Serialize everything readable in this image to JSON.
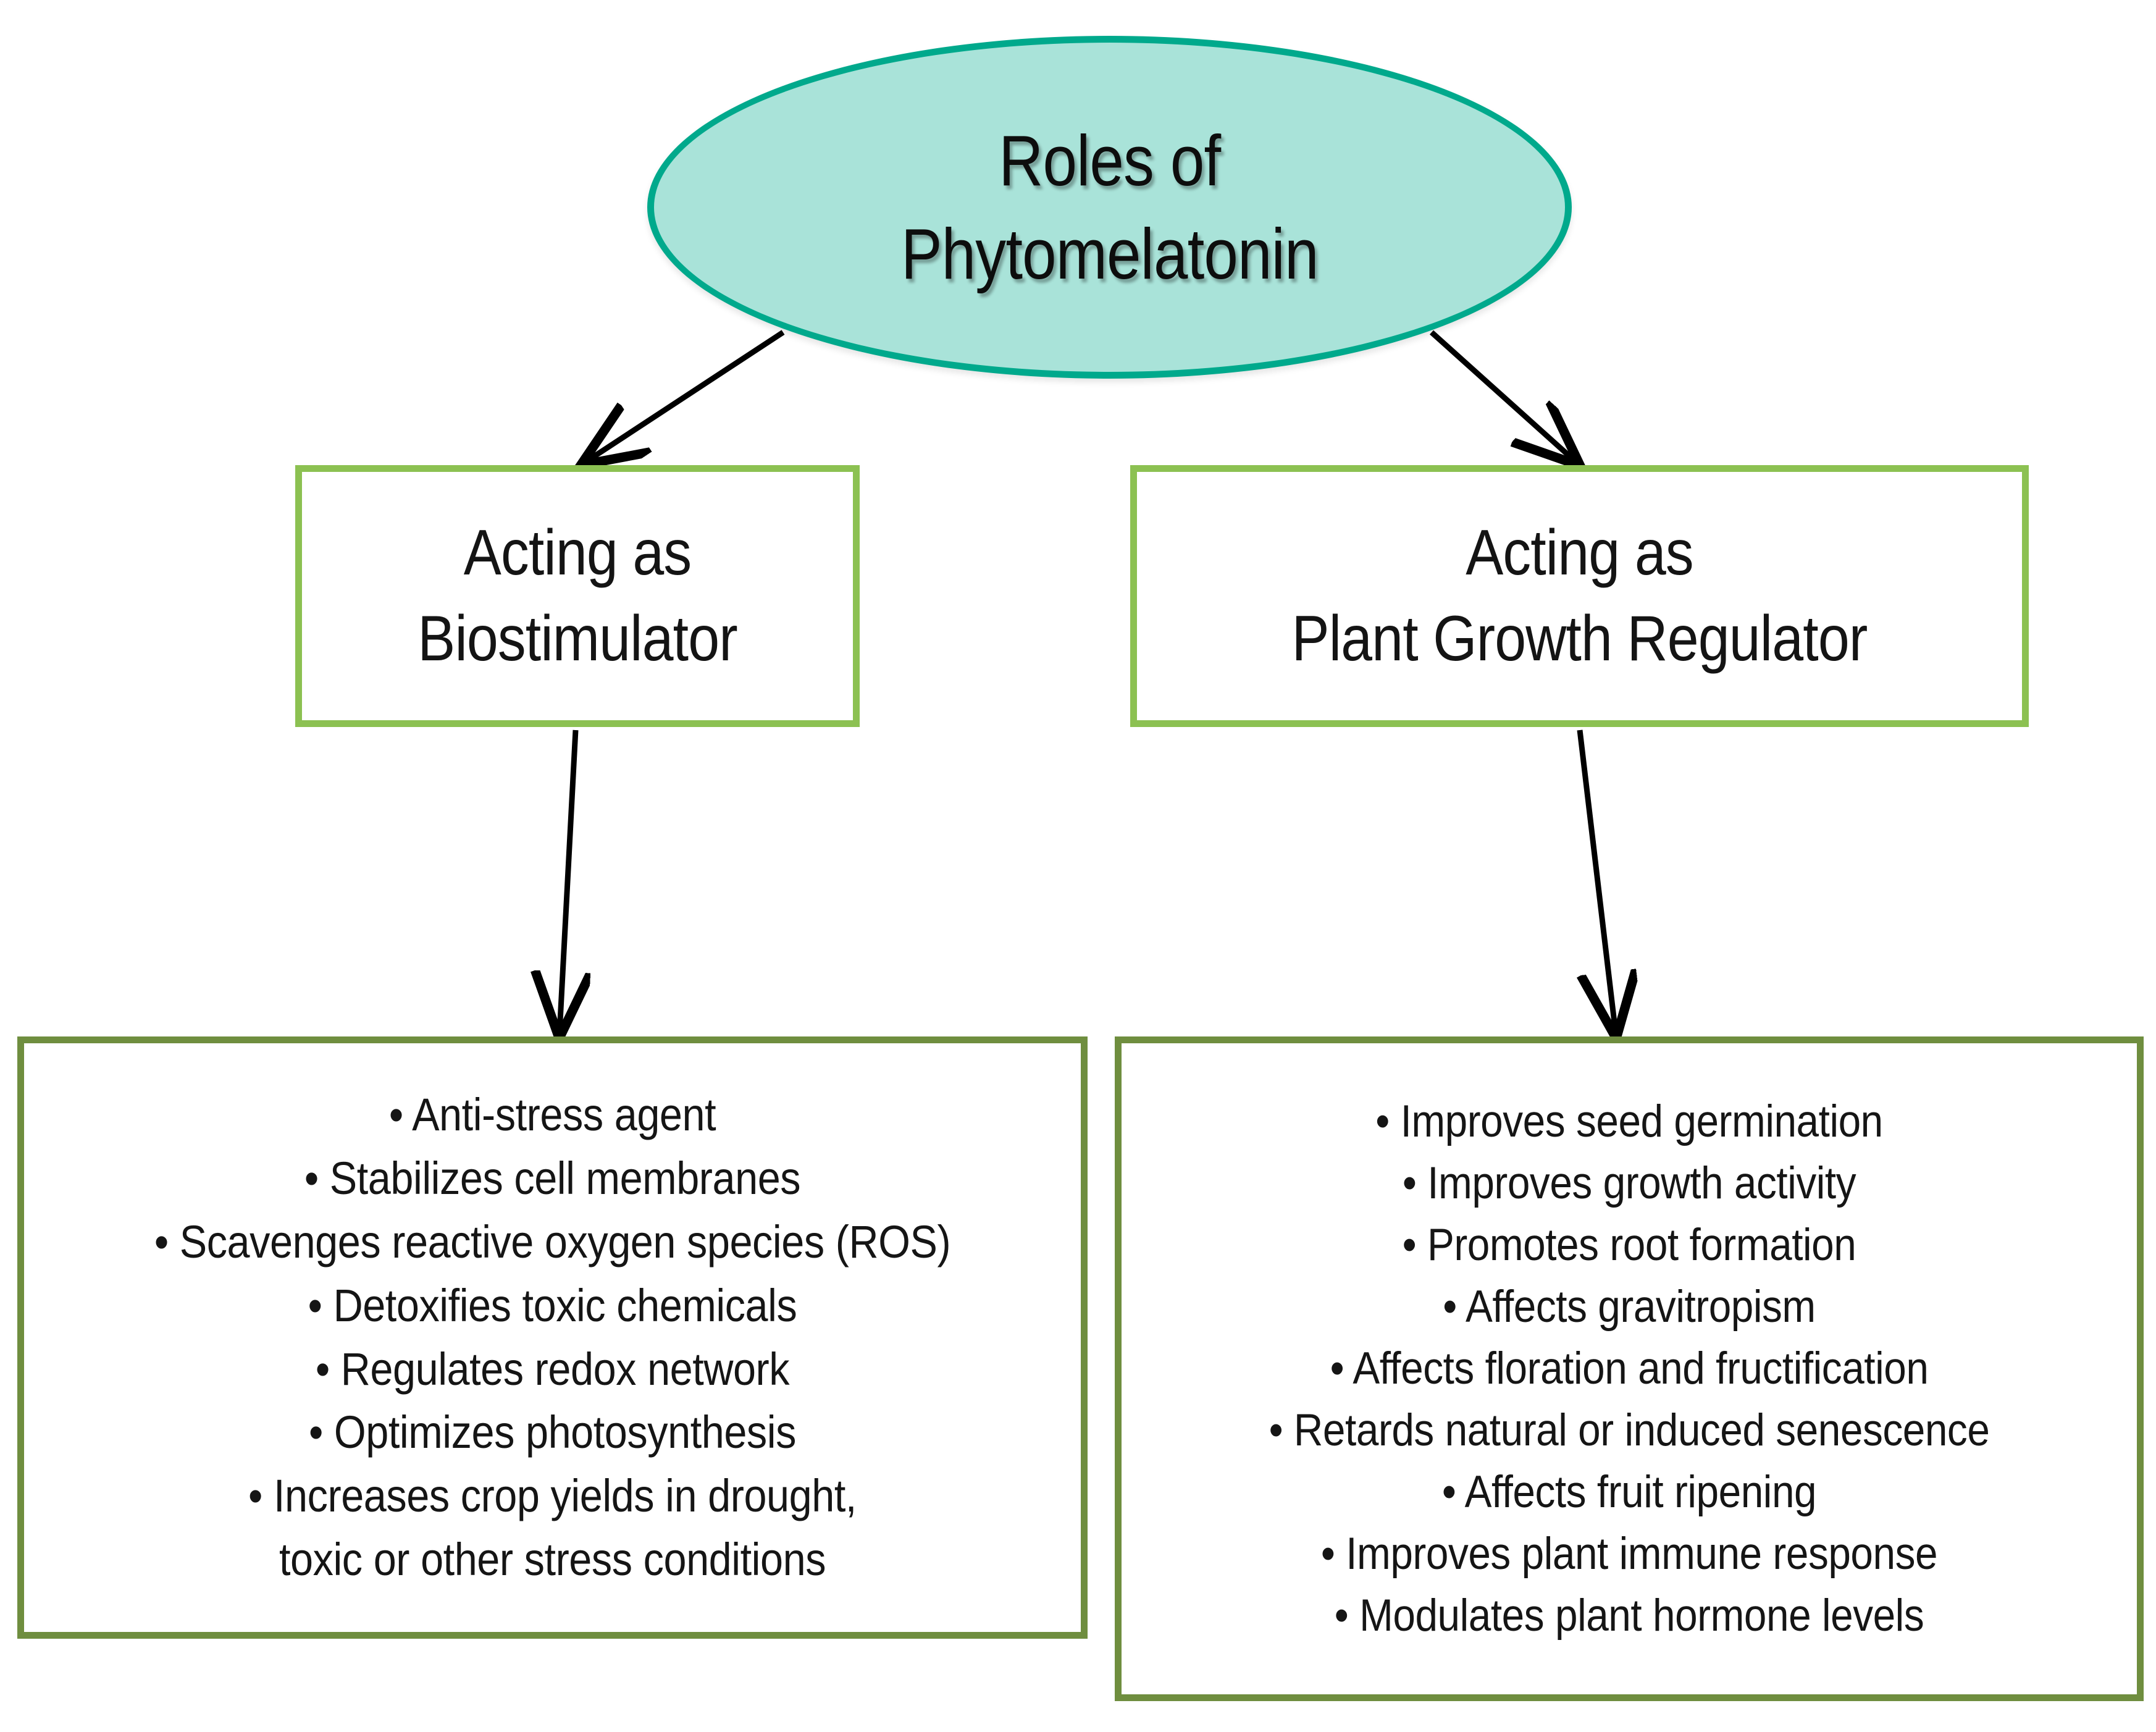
{
  "diagram": {
    "root": {
      "label": "Roles of\nPhytomelatonin",
      "fill_color": "#a9e3d9",
      "border_color": "#00a98c"
    },
    "branches": [
      {
        "header": "Acting as\nBiostimulator",
        "header_border_color": "#8cc152",
        "list_border_color": "#6f8e3f",
        "items": [
          "• Anti-stress agent",
          "• Stabilizes cell membranes",
          "• Scavenges reactive oxygen species (ROS)",
          "• Detoxifies toxic chemicals",
          "• Regulates redox network",
          "• Optimizes photosynthesis",
          "• Increases crop yields in drought,\ntoxic or other stress conditions"
        ]
      },
      {
        "header": "Acting as\nPlant Growth Regulator",
        "header_border_color": "#8cc152",
        "list_border_color": "#6f8e3f",
        "items": [
          "• Improves seed germination",
          "• Improves growth activity",
          "• Promotes root formation",
          "• Affects gravitropism",
          "• Affects floration and fructification",
          "• Retards natural or induced senescence",
          "• Affects fruit ripening",
          "• Improves plant immune response",
          "• Modulates plant hormone levels"
        ]
      }
    ],
    "connector_color": "#000000"
  }
}
